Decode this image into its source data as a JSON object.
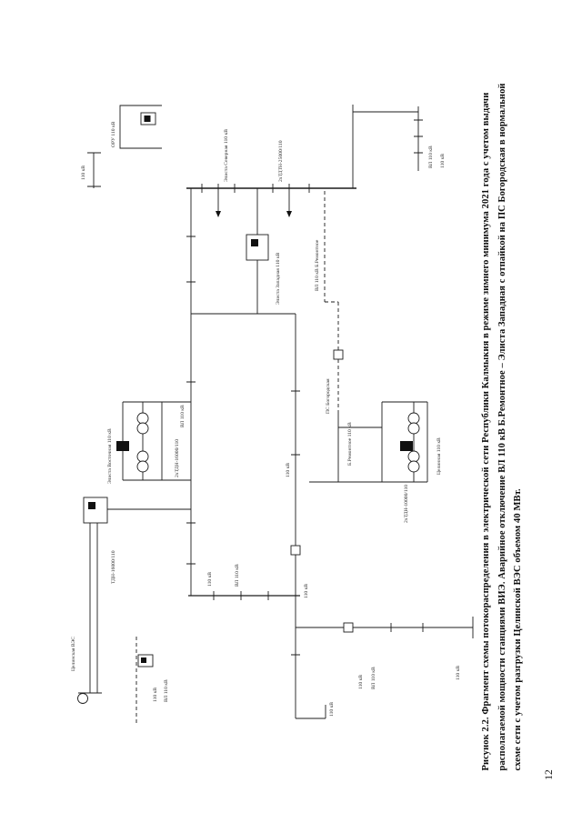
{
  "page": {
    "number": "12"
  },
  "caption": {
    "lines": [
      "Рисунок 2.2. Фрагмент схемы потокораспределения в электрической сети Республики Калмыкия в режиме зимнего минимума 2021 года с учетом выдачи",
      "располагаемой мощности станциями ВИЭ. Аварийное отключение ВЛ 110 кВ Б.Ремонтное – Элиста Западная с отпайкой на ПС Богородская в нормальной",
      "схеме сети с учетом разгрузки Целинской ВЭС объемом 40 МВт."
    ]
  },
  "diagram": {
    "labels": [
      "Элиста Северная 110 кВ",
      "2хТДТН-25000/110",
      "110 кВ",
      "ВЛ 110 кВ",
      "110 кВ",
      "Элиста Западная 110 кВ",
      "ВЛ 110 кВ Б.Ремонтное",
      "ПС Богородская",
      "Б.Ремонтное 110 кВ",
      "ВЛ 110 кВ",
      "Элиста Восточная 110 кВ",
      "2хТДН-16000/110",
      "ТДН-16000/110",
      "Целинская ВЭС",
      "110 кВ",
      "ВЛ 110 кВ",
      "110 кВ",
      "ВЛ 110 кВ",
      "110 кВ",
      "110 кВ",
      "Целинная 110 кВ",
      "2хТДН-10000/110",
      "110 кВ",
      "ВЛ 110 кВ",
      "110 кВ",
      "110 кВ",
      "ОРУ 110 кВ"
    ]
  }
}
